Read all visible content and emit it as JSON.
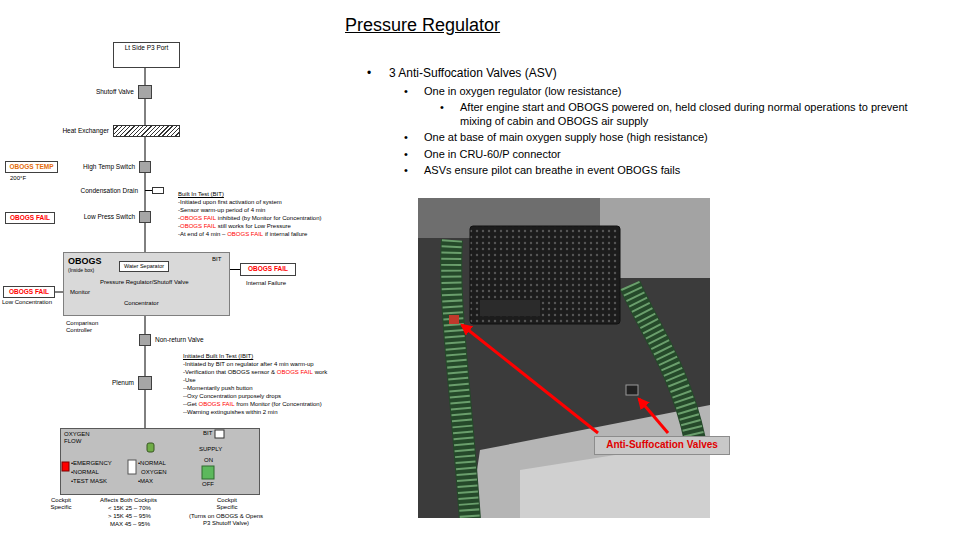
{
  "diagram": {
    "title": "Pressure Regulator",
    "nodes": [
      {
        "text": [
          "Lt Side P3 Port"
        ]
      },
      {
        "text": [
          "Shutoff Valve"
        ]
      },
      {
        "text": [
          "Heat Exchanger"
        ]
      },
      {
        "text": [
          "High Temp Switch"
        ]
      },
      {
        "text": [
          "Condensation Drain"
        ]
      },
      {
        "text": [
          "Low Press Switch"
        ]
      },
      {
        "text": [
          "OBOGS TEMP"
        ]
      },
      {
        "text": [
          "OBOGS FAIL"
        ]
      },
      {
        "text": [
          "OBOGS",
          "(Inside box)"
        ]
      },
      {
        "text": [
          "Water Separator"
        ],
        "in": 8
      },
      {
        "text": [
          "OBOGS FAIL"
        ]
      },
      {
        "text": [
          "OBOGS FAIL"
        ]
      },
      {
        "text": [
          "Non-return Valve"
        ]
      },
      {
        "text": [
          "Plenum"
        ]
      },
      {
        "text": [
          "OXYGEN FLOW"
        ]
      },
      {
        "text": [
          "Anti-Suffocation Valves"
        ]
      }
    ],
    "edges": [
      {
        "from": 0,
        "to": 1,
        "arrow": "none"
      },
      {
        "from": 1,
        "to": 2,
        "arrow": "none"
      },
      {
        "from": 2,
        "to": 3,
        "arrow": "none"
      },
      {
        "from": 3,
        "to": 5,
        "arrow": "none"
      },
      {
        "from": 5,
        "to": 8,
        "arrow": "none"
      },
      {
        "from": 8,
        "to": 12,
        "arrow": "none"
      },
      {
        "from": 12,
        "to": 13,
        "arrow": "none"
      },
      {
        "from": 13,
        "to": 14,
        "arrow": "none"
      },
      {
        "from": 8,
        "to": 10,
        "arrow": "none"
      },
      {
        "from": 8,
        "to": 11,
        "arrow": "none"
      }
    ],
    "labels": [
      "200°F",
      "Built In Test (BIT)",
      "-Initiated upon first activation of system",
      "-Sensor warm-up period of 4 min",
      "-",
      "OBOGS FAIL",
      "inhibited (by Monitor for Concentration)",
      "-",
      "OBOGS FAIL",
      "still works for Low Pressure",
      "-At end of 4 min –",
      "OBOGS FAIL",
      "if internal failure",
      "BIT",
      "Pressure Regulator/Shutoff Valve",
      "Monitor",
      "Concentrator",
      "Internal Failure",
      "Low Concentration",
      "Comparison Controller",
      "Initiated Built In Test (IBIT)",
      "-Initiated by BIT on regulator after 4 min warm-up",
      "-Verification that OBOGS sensor &",
      "OBOGS FAIL",
      "work",
      "-Use",
      "--Momentarily push button",
      "--Oxy Concentration purposely drops",
      "--Get",
      "OBOGS FAIL",
      "from Monitor (for Concentration)",
      "--Warning extinguishes within 2 min",
      "BIT",
      "SUPPLY",
      "•EMERGENCY",
      "•NORMAL",
      "•TEST MASK",
      "•NORMAL",
      "OXYGEN",
      "•MAX",
      "ON",
      "OFF",
      "Cockpit Specific",
      "Affects Both Cockpits",
      "< 15K 25 – 70%",
      "> 15K 45 – 95%",
      "MAX 45 – 95%",
      "Cockpit Specific",
      "(Turns on OBOGS & Opens P3 Shutoff Valve)",
      "•",
      "3 Anti-Suffocation Valves (ASV)",
      "•",
      "One in oxygen regulator (low resistance)",
      "•",
      "After engine start and OBOGS powered on, held closed during normal operations to prevent mixing of cabin and OBOGS air supply",
      "•",
      "One at base of main oxygen supply hose (high resistance)",
      "•",
      "One in CRU-60/P connector",
      "•",
      "ASVs ensure pilot can breathe in event OBOGS fails"
    ]
  }
}
